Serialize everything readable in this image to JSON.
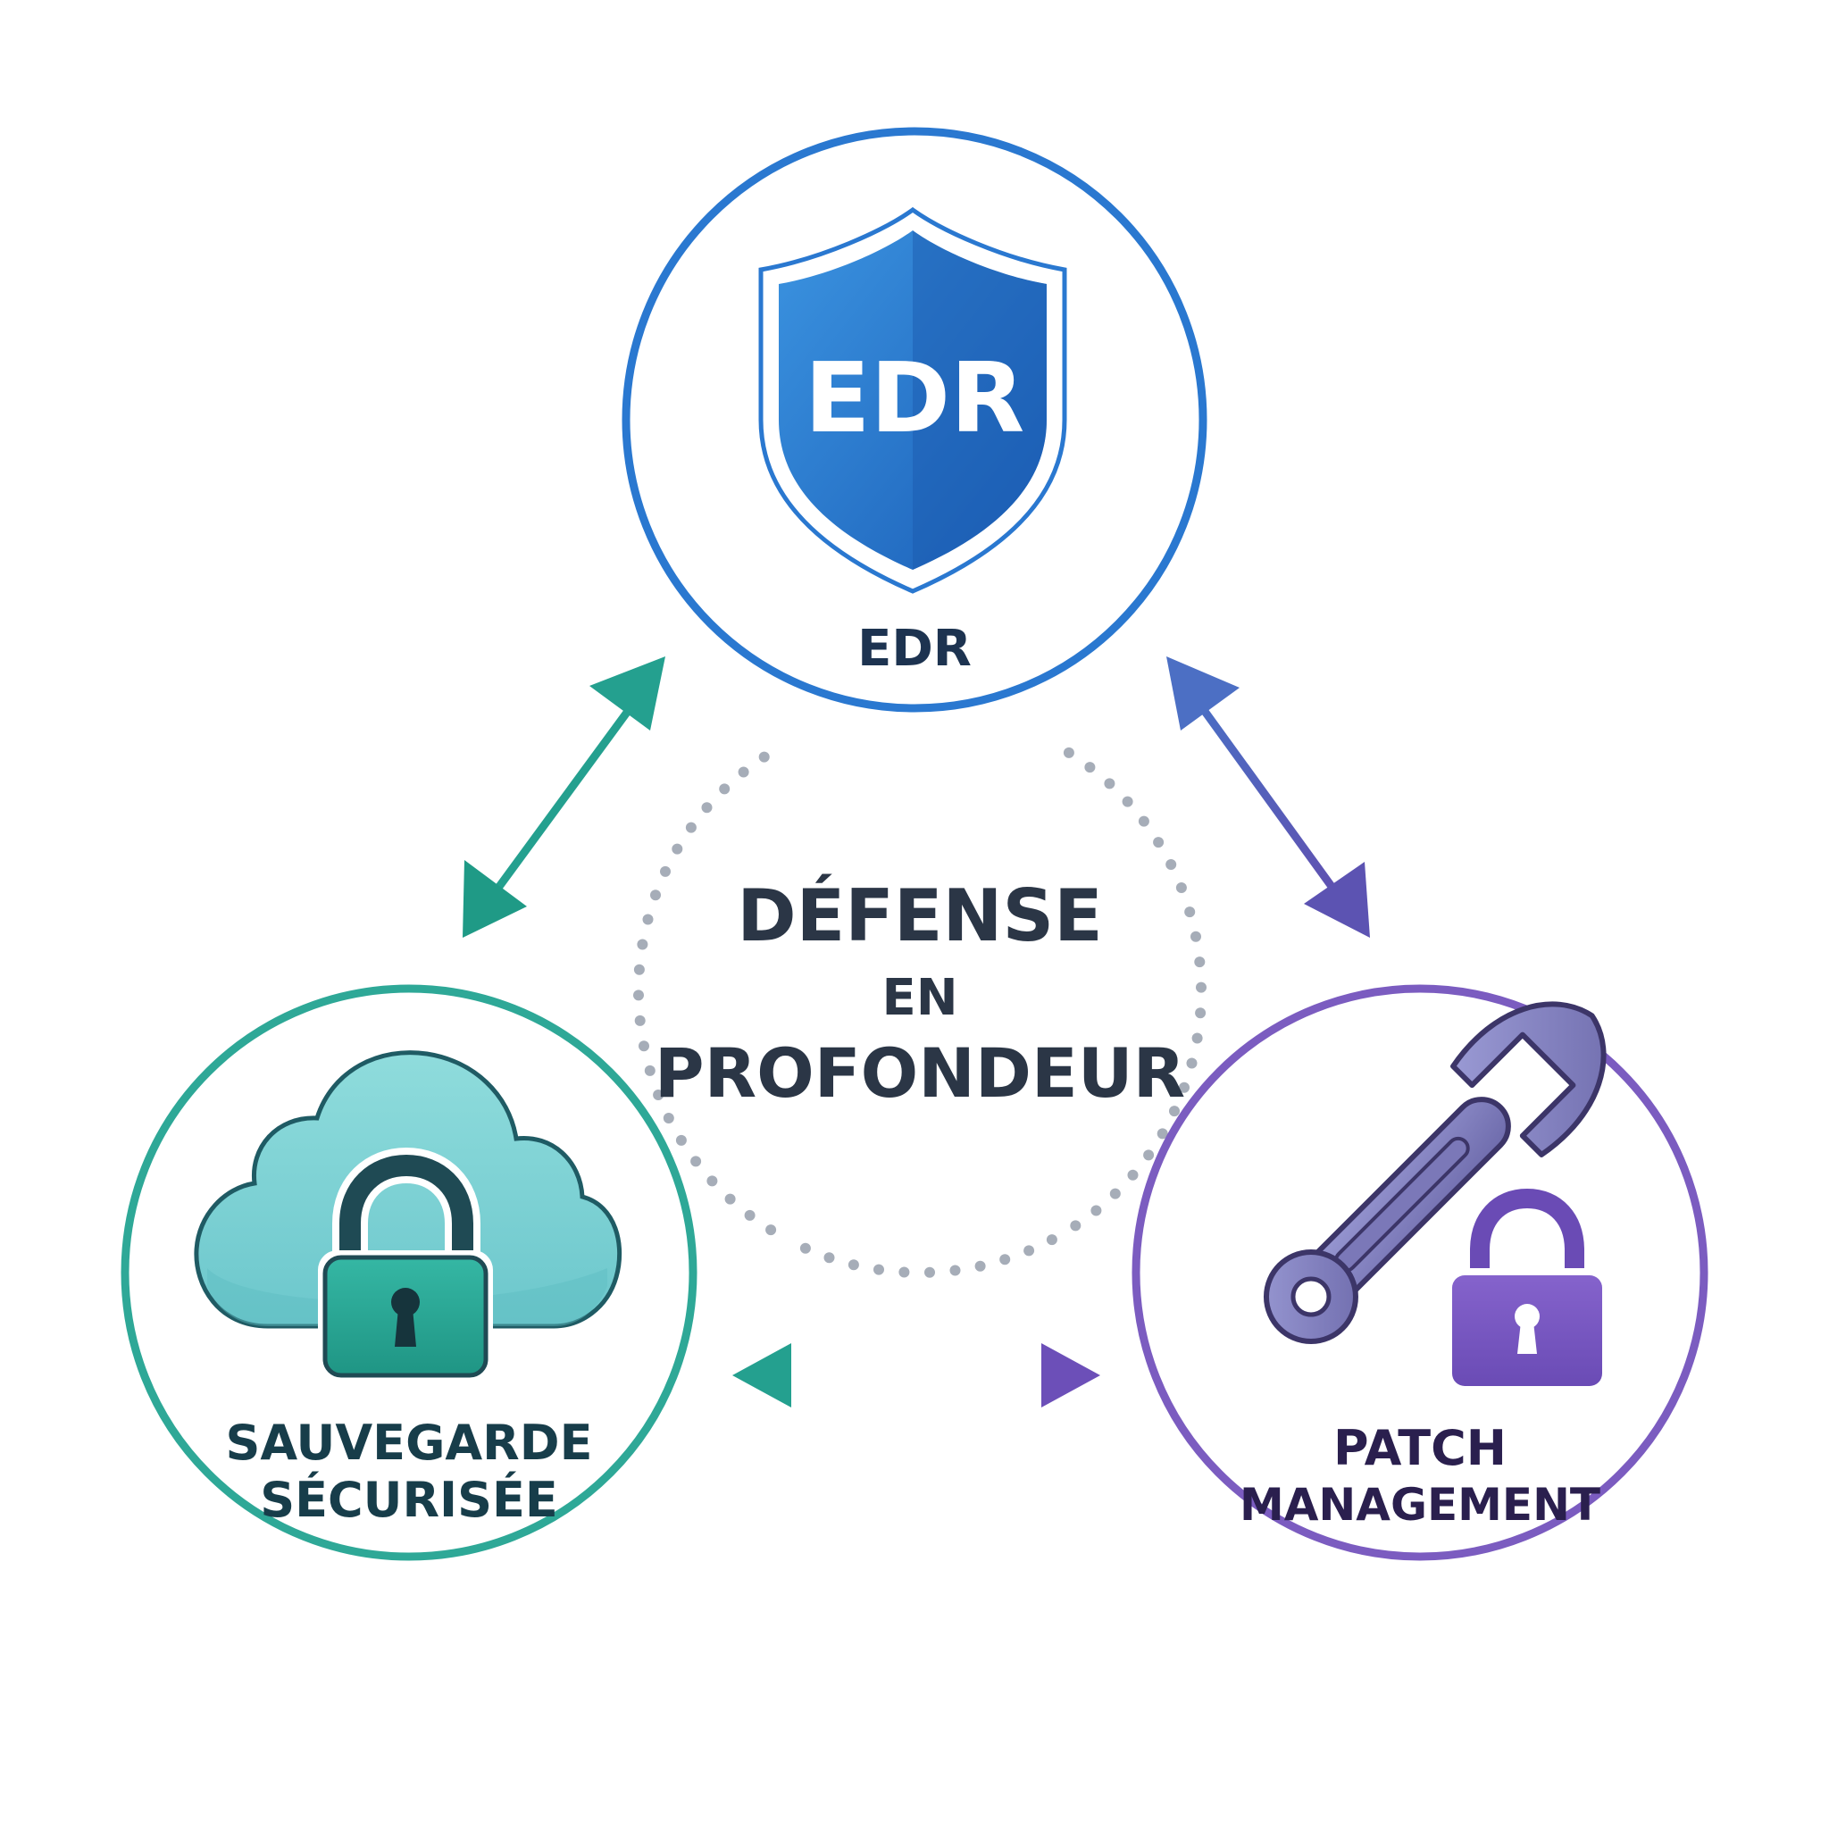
{
  "center": {
    "line1": "DÉFENSE",
    "line2": "EN",
    "line3": "PROFONDEUR"
  },
  "nodes": {
    "edr": {
      "label": "EDR",
      "badge": "EDR",
      "icon": "shield-icon",
      "ring_color": "#2a78d0",
      "label_color": "#1d3350"
    },
    "backup": {
      "label_line1": "SAUVEGARDE",
      "label_line2": "SÉCURISÉE",
      "icon": "cloud-lock-icon",
      "ring_color": "#2ea897",
      "label_color": "#173d4a"
    },
    "patch": {
      "label_line1": "PATCH",
      "label_line2": "MANAGEMENT",
      "icon": "wrench-lock-icon",
      "ring_color": "#7b5cc0",
      "label_color": "#2a1f4e"
    }
  },
  "colors": {
    "teal": "#24a08f",
    "blue": "#2a78d0",
    "purple": "#6c4fb8",
    "dots": "#a6adb8"
  }
}
